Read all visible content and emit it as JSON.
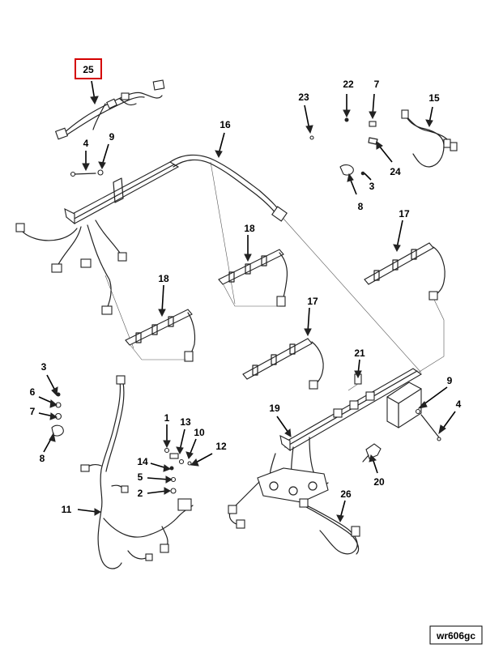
{
  "highlighted_callout": "25",
  "callouts": [
    {
      "id": "c25",
      "label": "25"
    },
    {
      "id": "c22",
      "label": "22"
    },
    {
      "id": "c7a",
      "label": "7"
    },
    {
      "id": "c15",
      "label": "15"
    },
    {
      "id": "c23",
      "label": "23"
    },
    {
      "id": "c16",
      "label": "16"
    },
    {
      "id": "c4a",
      "label": "4"
    },
    {
      "id": "c9a",
      "label": "9"
    },
    {
      "id": "c24",
      "label": "24"
    },
    {
      "id": "c3a",
      "label": "3"
    },
    {
      "id": "c8a",
      "label": "8"
    },
    {
      "id": "c18a",
      "label": "18"
    },
    {
      "id": "c17a",
      "label": "17"
    },
    {
      "id": "c18b",
      "label": "18"
    },
    {
      "id": "c17b",
      "label": "17"
    },
    {
      "id": "c21",
      "label": "21"
    },
    {
      "id": "c3b",
      "label": "3"
    },
    {
      "id": "c6",
      "label": "6"
    },
    {
      "id": "c7b",
      "label": "7"
    },
    {
      "id": "c8b",
      "label": "8"
    },
    {
      "id": "c9b",
      "label": "9"
    },
    {
      "id": "c19",
      "label": "19"
    },
    {
      "id": "c4b",
      "label": "4"
    },
    {
      "id": "c1",
      "label": "1"
    },
    {
      "id": "c13",
      "label": "13"
    },
    {
      "id": "c10",
      "label": "10"
    },
    {
      "id": "c12",
      "label": "12"
    },
    {
      "id": "c14",
      "label": "14"
    },
    {
      "id": "c5",
      "label": "5"
    },
    {
      "id": "c2",
      "label": "2"
    },
    {
      "id": "c20",
      "label": "20"
    },
    {
      "id": "c11",
      "label": "11"
    },
    {
      "id": "c26",
      "label": "26"
    }
  ],
  "figure_ref": "wr606gc"
}
